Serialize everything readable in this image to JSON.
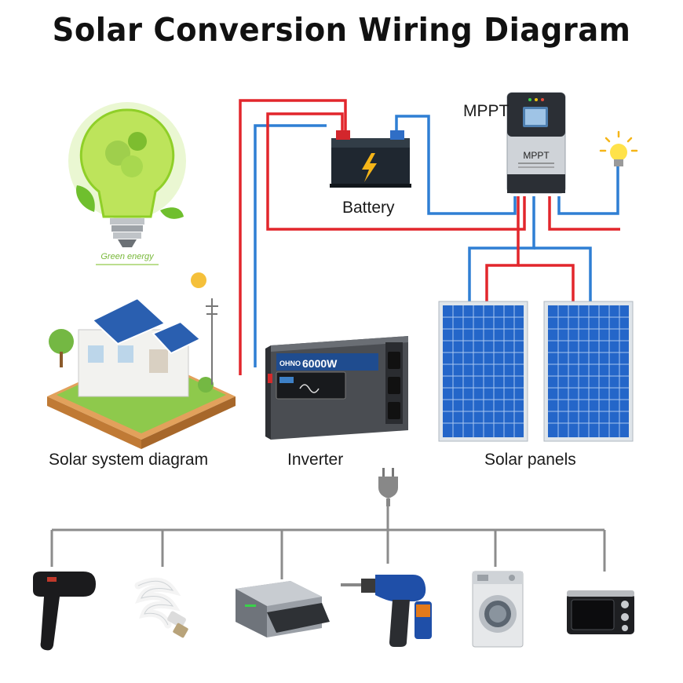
{
  "title": "Solar Conversion Wiring Diagram",
  "colors": {
    "positive": "#e2262c",
    "negative": "#2f7fd4",
    "ac": "#8c8c8c",
    "panel": "#2466c9"
  },
  "components": {
    "mppt": {
      "label": "MPPT",
      "device_text": "MPPT"
    },
    "battery": {
      "label": "Battery"
    },
    "inverter": {
      "label": "Inverter",
      "brand": "OHNO",
      "rating": "6000W"
    },
    "solar_panels": {
      "label": "Solar panels"
    },
    "house": {
      "label": "Solar system diagram"
    },
    "green_energy": {
      "label": "Green energy"
    },
    "light_bulb": {
      "icon": "light-bulb-icon"
    }
  },
  "appliances": [
    {
      "name": "hair-dryer",
      "icon": "hair-dryer-icon"
    },
    {
      "name": "cfl-bulb",
      "icon": "cfl-bulb-icon"
    },
    {
      "name": "printer",
      "icon": "printer-icon"
    },
    {
      "name": "power-drill",
      "icon": "drill-icon"
    },
    {
      "name": "washing-machine",
      "icon": "washing-machine-icon"
    },
    {
      "name": "toaster-oven",
      "icon": "oven-icon"
    }
  ]
}
